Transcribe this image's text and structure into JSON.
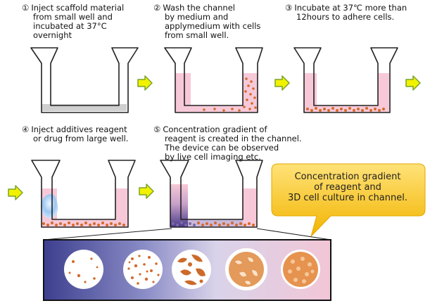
{
  "steps": [
    {
      "number": "①",
      "lines": [
        "Inject scaffold material",
        "from small well and",
        "incubated at 37°C",
        "overnight"
      ]
    },
    {
      "number": "②",
      "lines": [
        "Wash the channel",
        "by medium and",
        "applymedium with cells",
        "from small well."
      ]
    },
    {
      "number": "③",
      "lines": [
        "Incubate at 37℃ more than",
        "12hours to adhere cells."
      ]
    },
    {
      "number": "④",
      "lines": [
        "Inject additives reagent",
        "or drug from large well."
      ]
    },
    {
      "number": "⑤",
      "lines": [
        "Concentration gradient of",
        "reagent is created in the channel.",
        "The device can be observed",
        "by live cell imaging etc."
      ]
    }
  ],
  "callout": {
    "lines": [
      "Concentration gradient",
      "of reagent and",
      "3D cell culture in channel."
    ]
  },
  "colors": {
    "arrow_fill": "#f2f200",
    "arrow_stroke": "#7aa32a",
    "medium_pink": "#f7c9d8",
    "cell_orange": "#d46a2c",
    "scaffold_gray": "#c9c9c9",
    "callout_yellow": "#f7c21b",
    "gradient_dark": "#3d3f8f"
  },
  "icons": [
    "arrow-right-icon",
    "arrow-right-icon",
    "arrow-right-icon",
    "arrow-right-icon",
    "arrow-right-icon"
  ]
}
